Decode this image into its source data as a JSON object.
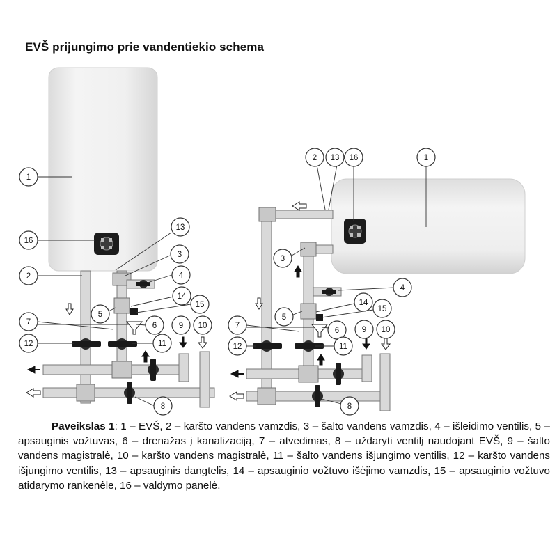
{
  "title": "EVŠ prijungimo prie vandentiekio schema",
  "callouts": {
    "c1": "1",
    "c2": "2",
    "c3": "3",
    "c4": "4",
    "c5": "5",
    "c6": "6",
    "c7": "7",
    "c8": "8",
    "c9": "9",
    "c10": "10",
    "c11": "11",
    "c12": "12",
    "c13": "13",
    "c14": "14",
    "c15": "15",
    "c16": "16"
  },
  "caption": {
    "figure_label": "Paveikslas 1",
    "text": ": 1 – EVŠ, 2 – karšto vandens vamzdis, 3 – šalto vandens vamzdis, 4 – išleidimo ventilis, 5 – apsauginis vožtuvas, 6 – drenažas į kanalizaciją, 7 – atvedimas, 8 – uždaryti ventilį naudojant EVŠ, 9 – šalto vandens magistralė, 10 – karšto vandens magistralė, 11 – šalto vandens išjungimo ventilis, 12 – karšto vandens išjungimo ventilis, 13 – apsauginis dangtelis, 14 – apsauginio vožtuvo išėjimo vamzdis, 15 – apsauginio vožtuvo atidarymo rankenėle, 16 – valdymo panelė."
  },
  "colors": {
    "tank": "#ececec",
    "pipe": "#d9d9d9",
    "valve": "#1a1a1a",
    "panel": "#1c1c1c"
  },
  "icons": [
    "arrow-down-solid-icon",
    "arrow-down-outline-icon",
    "arrow-up-solid-icon",
    "arrow-left-solid-icon",
    "arrow-left-outline-icon",
    "drain-funnel-icon"
  ]
}
